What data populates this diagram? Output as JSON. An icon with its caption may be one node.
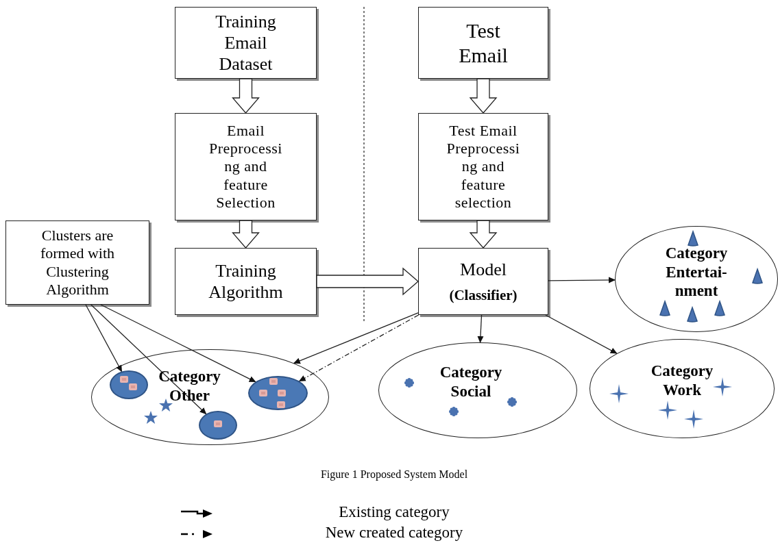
{
  "diagram": {
    "caption": "Figure 1 Proposed System Model",
    "nodes": [
      {
        "text": [
          "Training Email Dataset"
        ]
      },
      {
        "text": [
          "Test Email"
        ]
      },
      {
        "text": [
          "Email Preprocessi ng and feature Selection"
        ]
      },
      {
        "text": [
          "Test Email Preprocessi ng and feature selection"
        ]
      },
      {
        "text": [
          "Clusters are formed with Clustering Algorithm"
        ]
      },
      {
        "text": [
          "Training Algorithm"
        ]
      },
      {
        "text": [
          "Model",
          "(Classifier)"
        ]
      },
      {
        "text": [
          "Category Entertai- nment"
        ]
      },
      {
        "text": [
          "Category Other"
        ]
      },
      {
        "text": [],
        "shape": "circle",
        "in": 8
      },
      {
        "text": [],
        "shape": "circle",
        "in": 8
      },
      {
        "text": [],
        "shape": "circle",
        "in": 8
      },
      {
        "text": [
          "Category Social"
        ]
      },
      {
        "text": [
          "Category Work"
        ]
      }
    ],
    "edges": [
      {
        "from": 0,
        "to": 2,
        "arrow": "to",
        "style": "thick"
      },
      {
        "from": 2,
        "to": 5,
        "arrow": "to",
        "style": "thick"
      },
      {
        "from": 1,
        "to": 3,
        "arrow": "to",
        "style": "thick"
      },
      {
        "from": 3,
        "to": 6,
        "arrow": "to",
        "style": "thick"
      },
      {
        "from": 5,
        "to": 6,
        "arrow": "to",
        "style": "thick"
      },
      {
        "from": 6,
        "to": 7,
        "arrow": "to"
      },
      {
        "from": 6,
        "to": 8,
        "arrow": "to"
      },
      {
        "from": 6,
        "to": 11,
        "arrow": "to",
        "style": "dashed"
      },
      {
        "from": 6,
        "to": 12,
        "arrow": "to"
      },
      {
        "from": 6,
        "to": 13,
        "arrow": "to"
      },
      {
        "from": 4,
        "to": 9,
        "arrow": "to"
      },
      {
        "from": 4,
        "to": 10,
        "arrow": "to"
      },
      {
        "from": 4,
        "to": 11,
        "arrow": "to"
      }
    ],
    "legend": [
      {
        "text": "Existing category"
      },
      {
        "text": "New created category"
      }
    ]
  }
}
